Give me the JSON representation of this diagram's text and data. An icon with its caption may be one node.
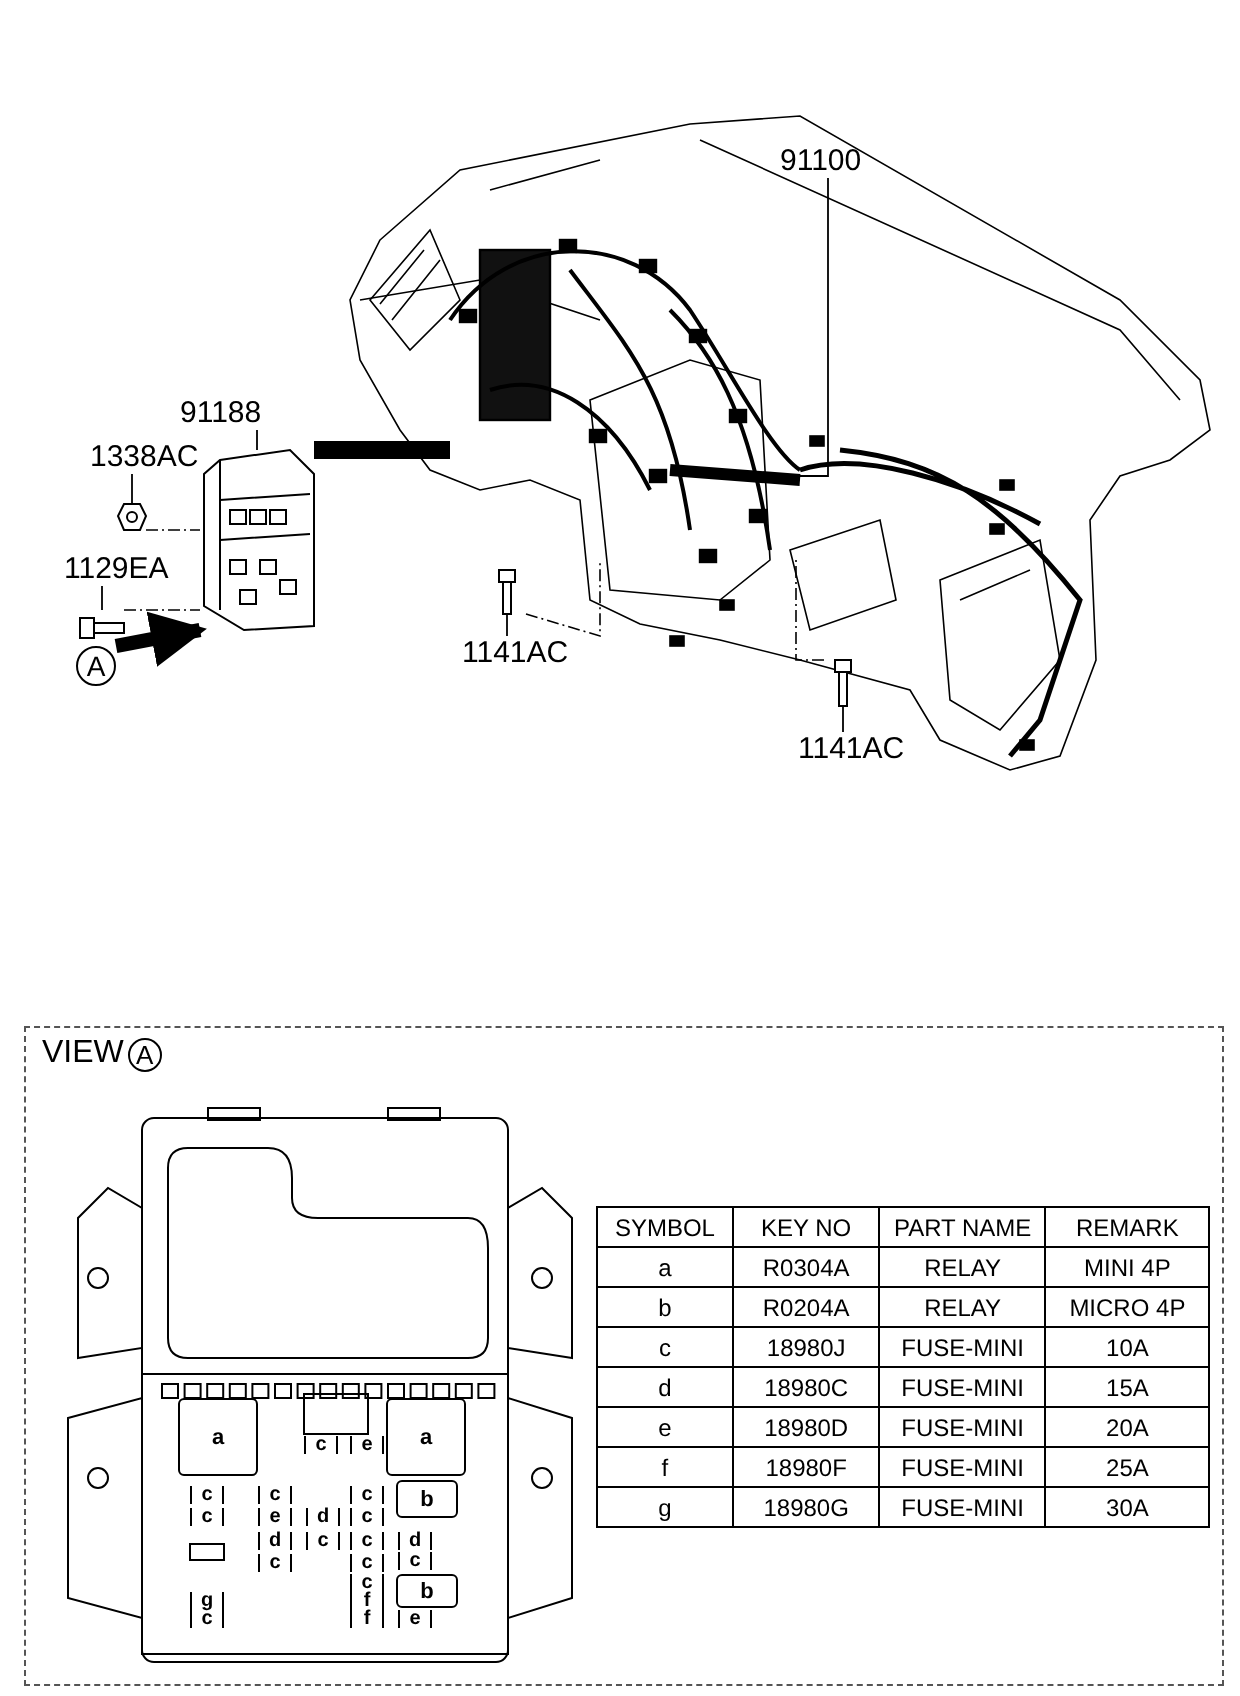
{
  "diagram": {
    "nodes": [
      {
        "text": [
          "91100"
        ]
      },
      {
        "text": [],
        "shape": "picture"
      },
      {
        "text": [
          "91188"
        ]
      },
      {
        "text": [
          "1338AC"
        ]
      },
      {
        "text": [],
        "shape": "picture"
      },
      {
        "text": [],
        "shape": "picture"
      },
      {
        "text": [
          "1129EA"
        ]
      },
      {
        "text": [],
        "shape": "picture"
      },
      {
        "text": [
          "A"
        ]
      },
      {
        "text": [],
        "shape": "picture"
      },
      {
        "text": [
          "1141AC"
        ]
      },
      {
        "text": [],
        "shape": "picture"
      },
      {
        "text": [
          "1141AC"
        ]
      },
      {
        "text": [
          "VIEW",
          "A"
        ]
      },
      {
        "text": [],
        "shape": "picture",
        "in": 13
      },
      {
        "text": [
          "a"
        ],
        "in": 14
      },
      {
        "text": [
          "a"
        ],
        "in": 14
      },
      {
        "text": [
          "c"
        ],
        "in": 14
      },
      {
        "text": [
          "e"
        ],
        "in": 14
      },
      {
        "text": [
          "c"
        ],
        "in": 14
      },
      {
        "text": [
          "c"
        ],
        "in": 14
      },
      {
        "text": [
          "c"
        ],
        "in": 14
      },
      {
        "text": [
          "b"
        ],
        "in": 14
      },
      {
        "text": [
          "c"
        ],
        "in": 14
      },
      {
        "text": [
          "e"
        ],
        "in": 14
      },
      {
        "text": [
          "d"
        ],
        "in": 14
      },
      {
        "text": [
          "c"
        ],
        "in": 14
      },
      {
        "text": [
          "d"
        ],
        "in": 14
      },
      {
        "text": [
          "c"
        ],
        "in": 14
      },
      {
        "text": [
          "c"
        ],
        "in": 14
      },
      {
        "text": [
          "d"
        ],
        "in": 14
      },
      {
        "text": [
          "c"
        ],
        "in": 14
      },
      {
        "text": [
          "c"
        ],
        "in": 14
      },
      {
        "text": [
          "c"
        ],
        "in": 14
      },
      {
        "text": [
          "b"
        ],
        "in": 14
      },
      {
        "text": [
          "c"
        ],
        "in": 14
      },
      {
        "text": [
          "g"
        ],
        "in": 14
      },
      {
        "text": [
          "f"
        ],
        "in": 14
      },
      {
        "text": [
          "c"
        ],
        "in": 14
      },
      {
        "text": [
          "f"
        ],
        "in": 14
      },
      {
        "text": [
          "e"
        ],
        "in": 14
      }
    ],
    "edges": [
      {
        "from": 0,
        "to": 1,
        "arrow": "none"
      },
      {
        "from": 2,
        "to": 5,
        "arrow": "none"
      },
      {
        "from": 3,
        "to": 4,
        "arrow": "none"
      },
      {
        "from": 6,
        "to": 7,
        "arrow": "none"
      },
      {
        "from": 10,
        "to": 9,
        "arrow": "none"
      },
      {
        "from": 12,
        "to": 11,
        "arrow": "none"
      },
      {
        "from": 4,
        "to": 5,
        "arrow": "none",
        "style": "dashed"
      },
      {
        "from": 7,
        "to": 5,
        "arrow": "none",
        "style": "dashed"
      },
      {
        "from": 9,
        "to": 1,
        "arrow": "none",
        "style": "dashed"
      },
      {
        "from": 11,
        "to": 1,
        "arrow": "none",
        "style": "dashed"
      },
      {
        "from": 5,
        "to": 1,
        "arrow": "none",
        "style": "thick"
      },
      {
        "from": 8,
        "to": 5,
        "arrow": "to",
        "style": "thick"
      }
    ],
    "labels": [
      "SYMBOL",
      "KEY NO",
      "PART NAME",
      "REMARK",
      "a",
      "R0304A",
      "RELAY",
      "MINI 4P",
      "b",
      "R0204A",
      "RELAY",
      "MICRO 4P",
      "c",
      "18980J",
      "FUSE-MINI",
      "10A",
      "d",
      "18980C",
      "FUSE-MINI",
      "15A",
      "e",
      "18980D",
      "FUSE-MINI",
      "20A",
      "f",
      "18980F",
      "FUSE-MINI",
      "25A",
      "g",
      "18980G",
      "FUSE-MINI",
      "30A"
    ]
  }
}
